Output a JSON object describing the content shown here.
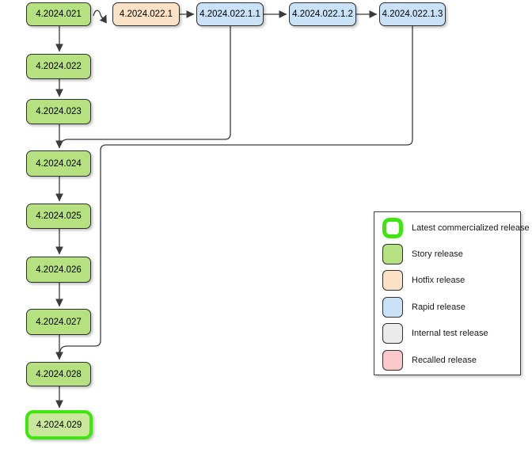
{
  "diagram": {
    "nodes": [
      {
        "id": "4.2024.021",
        "label": "4.2024.021",
        "type": "story"
      },
      {
        "id": "4.2024.022.1",
        "label": "4.2024.022.1",
        "type": "hotfix"
      },
      {
        "id": "4.2024.022.1.1",
        "label": "4.2024.022.1.1",
        "type": "rapid"
      },
      {
        "id": "4.2024.022.1.2",
        "label": "4.2024.022.1.2",
        "type": "rapid"
      },
      {
        "id": "4.2024.022.1.3",
        "label": "4.2024.022.1.3",
        "type": "rapid"
      },
      {
        "id": "4.2024.022",
        "label": "4.2024.022",
        "type": "story"
      },
      {
        "id": "4.2024.023",
        "label": "4.2024.023",
        "type": "story"
      },
      {
        "id": "4.2024.024",
        "label": "4.2024.024",
        "type": "story"
      },
      {
        "id": "4.2024.025",
        "label": "4.2024.025",
        "type": "story"
      },
      {
        "id": "4.2024.026",
        "label": "4.2024.026",
        "type": "story"
      },
      {
        "id": "4.2024.027",
        "label": "4.2024.027",
        "type": "story"
      },
      {
        "id": "4.2024.028",
        "label": "4.2024.028",
        "type": "story"
      },
      {
        "id": "4.2024.029",
        "label": "4.2024.029",
        "type": "story-latest"
      }
    ],
    "edges": [
      {
        "from": "4.2024.021",
        "to": "4.2024.022.1",
        "style": "wavy"
      },
      {
        "from": "4.2024.022.1",
        "to": "4.2024.022.1.1",
        "style": "straight"
      },
      {
        "from": "4.2024.022.1.1",
        "to": "4.2024.022.1.2",
        "style": "straight"
      },
      {
        "from": "4.2024.022.1.2",
        "to": "4.2024.022.1.3",
        "style": "straight"
      },
      {
        "from": "4.2024.021",
        "to": "4.2024.022",
        "style": "straight"
      },
      {
        "from": "4.2024.022",
        "to": "4.2024.023",
        "style": "straight"
      },
      {
        "from": "4.2024.023",
        "to": "4.2024.024",
        "style": "straight"
      },
      {
        "from": "4.2024.022.1.1",
        "to": "4.2024.024",
        "style": "orthogonal"
      },
      {
        "from": "4.2024.024",
        "to": "4.2024.025",
        "style": "straight"
      },
      {
        "from": "4.2024.025",
        "to": "4.2024.026",
        "style": "straight"
      },
      {
        "from": "4.2024.026",
        "to": "4.2024.027",
        "style": "straight"
      },
      {
        "from": "4.2024.027",
        "to": "4.2024.028",
        "style": "straight"
      },
      {
        "from": "4.2024.022.1.3",
        "to": "4.2024.028",
        "style": "orthogonal"
      },
      {
        "from": "4.2024.028",
        "to": "4.2024.029",
        "style": "straight"
      }
    ]
  },
  "legend": {
    "items": [
      {
        "label": "Latest commercialized release",
        "type": "latest"
      },
      {
        "label": "Story release",
        "type": "story"
      },
      {
        "label": "Hotfix release",
        "type": "hotfix"
      },
      {
        "label": "Rapid release",
        "type": "rapid"
      },
      {
        "label": "Internal test release",
        "type": "internal"
      },
      {
        "label": "Recalled release",
        "type": "recalled"
      }
    ]
  },
  "colors": {
    "story": "#b6e181",
    "hotfix": "#fbe2c6",
    "rapid": "#c9e2f8",
    "internal": "#ebebeb",
    "recalled": "#fac8ca",
    "latest_border": "#3fe60d",
    "latest_fill": "#c9e89b",
    "edge": "#3b3b3b",
    "node_border": "#2f2f2f",
    "node_text": "#000000"
  }
}
